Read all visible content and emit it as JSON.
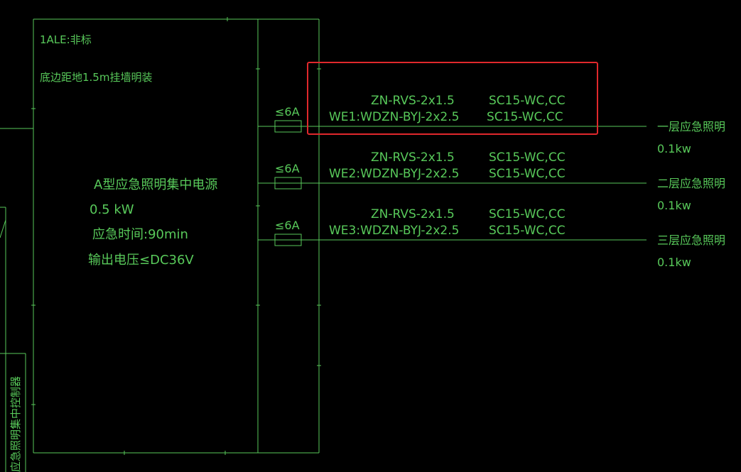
{
  "colors": {
    "background": "#000000",
    "cad_green": "#58c95a",
    "highlight_red": "#e0282c"
  },
  "panel": {
    "label": "1ALE:非标",
    "mount_note": "底边距地1.5m挂墙明装",
    "power_source": {
      "type": "A型应急照明集中电源",
      "power": "0.5 kW",
      "emergency_time": "应急时间:90min",
      "output_voltage": "输出电压≤DC36V"
    }
  },
  "controller_label": "应急照明集中控制器",
  "circuits": [
    {
      "id": "WE1",
      "breaker": "≤6A",
      "cable_line1_type": "ZN-RVS-2x1.5",
      "cable_line1_laying": "SC15-WC,CC",
      "cable_line2_type": "WE1:WDZN-BYJ-2x2.5",
      "cable_line2_laying": "SC15-WC,CC",
      "load_name": "一层应急照明",
      "load_power": "0.1kw",
      "highlighted": true
    },
    {
      "id": "WE2",
      "breaker": "≤6A",
      "cable_line1_type": "ZN-RVS-2x1.5",
      "cable_line1_laying": "SC15-WC,CC",
      "cable_line2_type": "WE2:WDZN-BYJ-2x2.5",
      "cable_line2_laying": "SC15-WC,CC",
      "load_name": "二层应急照明",
      "load_power": "0.1kw",
      "highlighted": false
    },
    {
      "id": "WE3",
      "breaker": "≤6A",
      "cable_line1_type": "ZN-RVS-2x1.5",
      "cable_line1_laying": "SC15-WC,CC",
      "cable_line2_type": "WE3:WDZN-BYJ-2x2.5",
      "cable_line2_laying": "SC15-WC,CC",
      "load_name": "三层应急照明",
      "load_power": "0.1kw",
      "highlighted": false
    }
  ]
}
